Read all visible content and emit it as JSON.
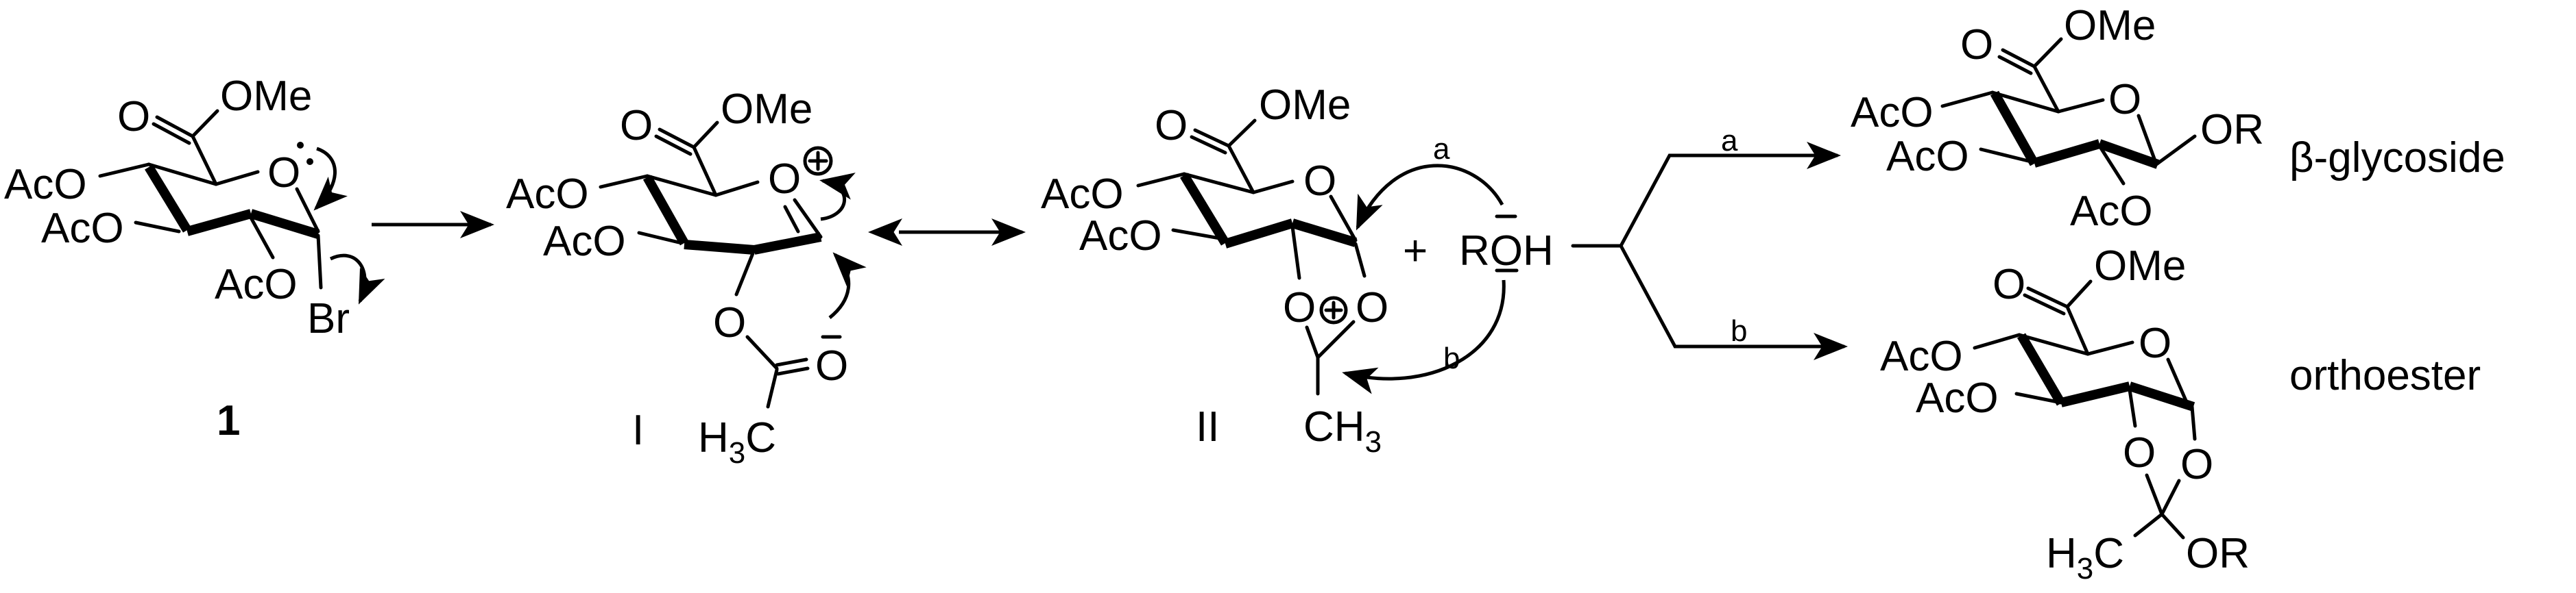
{
  "colors": {
    "ink": "#000000",
    "background": "#ffffff"
  },
  "compound_1": {
    "label": "1",
    "aco_top": "AcO",
    "aco_mid": "AcO",
    "aco_bottom": "AcO",
    "carbonyl_o": "O",
    "ester": "OMe",
    "ring_o": "O",
    "leaving_group": "Br"
  },
  "intermediate_1": {
    "label": "I",
    "aco_top": "AcO",
    "aco_mid": "AcO",
    "carbonyl_o": "O",
    "ester": "OMe",
    "ring_o": "O",
    "acyl_o": "O",
    "acyl_o_minus": "O",
    "methyl": [
      "H",
      "3",
      "C"
    ]
  },
  "intermediate_2": {
    "label": "II",
    "aco_top": "AcO",
    "aco_mid": "AcO",
    "carbonyl_o": "O",
    "ester": "OMe",
    "ring_o": "O",
    "dioxolanium_o_left": "O",
    "dioxolanium_o_right": "O",
    "methyl": [
      "C",
      "H",
      "3"
    ]
  },
  "reagent": {
    "plus": "+",
    "alcohol": "ROH",
    "path_a": "a",
    "path_b": "b"
  },
  "branch": {
    "path_a": "a",
    "path_b": "b"
  },
  "product_glycoside": {
    "name": "β-glycoside",
    "aco_top": "AcO",
    "aco_mid": "AcO",
    "aco_bottom": "AcO",
    "carbonyl_o": "O",
    "ester": "OMe",
    "ring_o": "O",
    "aglycone": "OR"
  },
  "product_orthoester": {
    "name": "orthoester",
    "aco_top": "AcO",
    "aco_mid": "AcO",
    "carbonyl_o": "O",
    "ester": "OMe",
    "ring_o": "O",
    "ortho_o_left": "O",
    "ortho_o_right": "O",
    "methyl": [
      "H",
      "3",
      "C"
    ],
    "alkoxy": "OR"
  }
}
